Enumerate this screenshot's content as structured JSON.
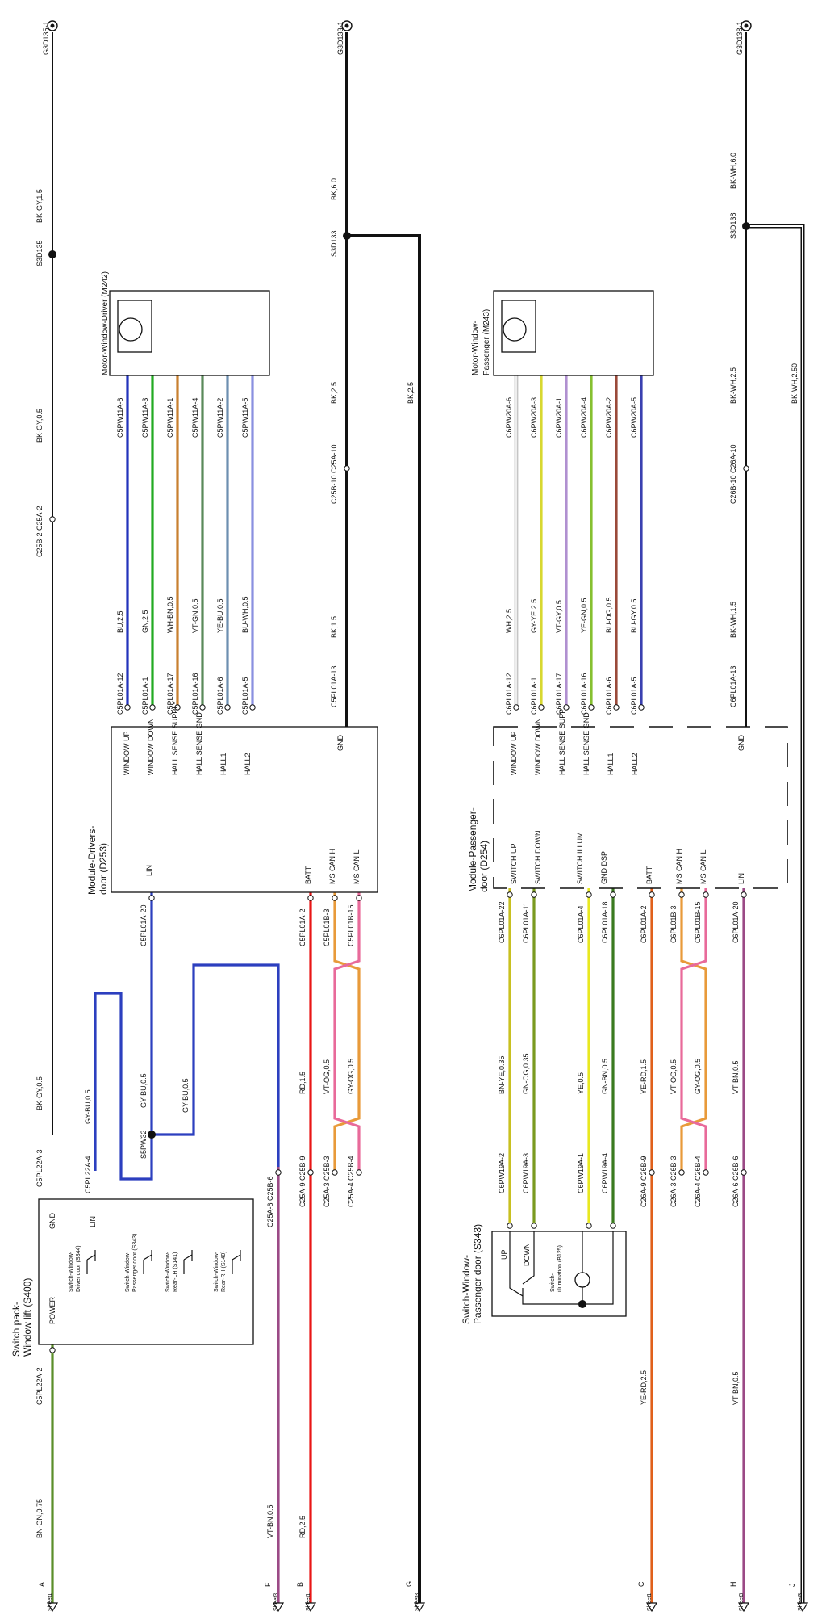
{
  "colors": {
    "BU": "#2233bb",
    "GN": "#22aa22",
    "WH-BN": "#c88030",
    "VT-GN": "#5a8a5a",
    "YE-BU": "#6d8fb0",
    "BU-WH": "#8a90e0",
    "BK": "#111111",
    "BN-GN": "#5b8e2a",
    "VT-BN": "#9b4a86",
    "RD": "#e81616",
    "VT-OG": "#e89a3a",
    "GY-OG": "#e86a9a",
    "GY-BU": "#2c3fbf",
    "WH": "#eeeeee",
    "GY-YE": "#d8d830",
    "VT-GY": "#b090d0",
    "YE-GN": "#86c030",
    "BU-OG": "#9a4a3a",
    "BU-GY": "#3a40b0",
    "BN-YE": "#c8c020",
    "GN-OG": "#7a9a20",
    "YE": "#e8e820",
    "GN-BN": "#3a7a20",
    "YE-RD": "#e0601a",
    "BK-GY": "#111111",
    "BK-WH": "#111111"
  },
  "ground_points": [
    {
      "id": "g1",
      "label": "G3D135-1"
    },
    {
      "id": "g2",
      "label": "G3D133-1"
    },
    {
      "id": "g3",
      "label": "G3D138-1"
    }
  ],
  "splices": [
    {
      "id": "s1",
      "label": "S3D135"
    },
    {
      "id": "s2",
      "label": "S3D133"
    },
    {
      "id": "s3",
      "label": "S3D138"
    },
    {
      "id": "s4",
      "label": "S5PW32"
    }
  ],
  "modules": {
    "driver_module": {
      "title1": "Module-Drivers-",
      "title2": "door (D253)",
      "pins": [
        "WINDOW UP",
        "WINDOW DOWN",
        "HALL SENSE SUPPLY",
        "HALL SENSE GND",
        "HALL1",
        "HALL2",
        "GND",
        "LIN",
        "BATT",
        "MS CAN H",
        "MS CAN L"
      ]
    },
    "pass_module": {
      "title1": "Module-Passenger-",
      "title2": "door (D254)",
      "pins": [
        "WINDOW UP",
        "WINDOW DOWN",
        "HALL SENSE SUPP",
        "HALL SENSE GND",
        "HALL1",
        "HALL2",
        "GND",
        "SWITCH UP",
        "SWITCH DOWN",
        "SWITCH ILLUM",
        "GND DSP",
        "BATT",
        "MS CAN H",
        "MS CAN L",
        "LIN"
      ]
    },
    "driver_motor": {
      "title": "Motor-Window-Driver (M242)"
    },
    "pass_motor": {
      "title1": "Motor-Window-",
      "title2": "Passenger (M243)"
    },
    "switch_pack": {
      "title1": "Switch pack-",
      "title2": "Window lift (S400)",
      "labels": [
        "POWER",
        "GND",
        "LIN"
      ],
      "switches": [
        {
          "l1": "Switch-Window-",
          "l2": "Driver door (S344)"
        },
        {
          "l1": "Switch-Window-",
          "l2": "Passenger door (S343)"
        },
        {
          "l1": "Switch-Window-",
          "l2": "Rear-LH (S141)"
        },
        {
          "l1": "Switch-Window-",
          "l2": "Rear-RH (S140)"
        }
      ]
    },
    "pass_switch": {
      "title1": "Switch-Window-",
      "title2": "Passenger door (S343)",
      "labels": [
        "UP",
        "DOWN",
        "Switch-",
        "illumination (B125)"
      ]
    }
  },
  "driver_motor_wires": [
    {
      "top": "C5PW11A-6",
      "conn": "C5PL01A-12",
      "code": "BU,2.5",
      "color": "BU"
    },
    {
      "top": "C5PW11A-3",
      "conn": "C5PL01A-1",
      "code": "GN,2.5",
      "color": "GN"
    },
    {
      "top": "C5PW11A-1",
      "conn": "C5PL01A-17",
      "code": "WH-BN,0.5",
      "color": "WH-BN"
    },
    {
      "top": "C5PW11A-4",
      "conn": "C5PL01A-16",
      "code": "VT-GN,0.5",
      "color": "VT-GN"
    },
    {
      "top": "C5PW11A-2",
      "conn": "C5PL01A-6",
      "code": "YE-BU,0.5",
      "color": "YE-BU"
    },
    {
      "top": "C5PW11A-5",
      "conn": "C5PL01A-5",
      "code": "BU-WH,0.5",
      "color": "BU-WH"
    }
  ],
  "pass_motor_wires": [
    {
      "top": "C6PW20A-6",
      "conn": "C6PL01A-12",
      "code": "WH,2.5",
      "color": "WH"
    },
    {
      "top": "C6PW20A-3",
      "conn": "C6PL01A-1",
      "code": "GY-YE,2.5",
      "color": "GY-YE"
    },
    {
      "top": "C6PW20A-1",
      "conn": "C6PL01A-17",
      "code": "VT-GY,0.5",
      "color": "VT-GY"
    },
    {
      "top": "C6PW20A-4",
      "conn": "C6PL01A-16",
      "code": "YE-GN,0.5",
      "color": "YE-GN"
    },
    {
      "top": "C6PW20A-2",
      "conn": "C6PL01A-6",
      "code": "BU-OG,0.5",
      "color": "BU-OG"
    },
    {
      "top": "C6PW20A-5",
      "conn": "C6PL01A-5",
      "code": "BU-GY,0.5",
      "color": "BU-GY"
    }
  ],
  "ground_wires": {
    "left": {
      "top_code": "BK-GY,1.5",
      "mid_code": "BK-GY,0.5",
      "conn": "C25B-2 C25A-2",
      "lower_code": "BK-GY,0.5",
      "lower_conn": "C5PL22A-3"
    },
    "middle": {
      "top_code": "BK,6.0",
      "mid_code": "BK,2.5",
      "conn": "C25B-10 C25A-10",
      "lower_code": "BK,1.5",
      "lower_conn": "C5PL01A-13",
      "branch_code": "BK,2.5"
    },
    "right": {
      "top_code": "BK-WH,6.0",
      "mid_code": "BK-WH,2.5",
      "conn": "C26B-10 C26A-10",
      "lower_code": "BK-WH,1.5",
      "lower_conn": "C6PL01A-13",
      "branch_code": "BK-WH,2.50"
    }
  },
  "driver_lower": [
    {
      "conn": "C5PL01A-20"
    },
    {
      "conn": "C5PL01A-2",
      "code": "RD,1.5",
      "bottom": "C25A-9 C25B-9"
    },
    {
      "conn": "C5PL01B-3",
      "code": "VT-OG,0.5",
      "bottom": "C25A-3 C25B-3"
    },
    {
      "conn": "C5PL01B-15",
      "code": "GY-OG,0.5",
      "bottom": "C25A-4 C25B-4"
    }
  ],
  "lin_driver": {
    "conn_switch": "C5PL22A-4",
    "code1": "GY-BU,0.5",
    "code2": "GY-BU,0.5",
    "code3": "GY-BU,0.5",
    "bottom": "C25A-6 C25B-6"
  },
  "pass_lower": [
    {
      "conn": "C6PL01A-22",
      "code": "BN-YE,0.35",
      "sw": "C6PW19A-2"
    },
    {
      "conn": "C6PL01A-11",
      "code": "GN-OG,0.35",
      "sw": "C6PW19A-3"
    },
    {
      "conn": "C6PL01A-4",
      "code": "YE,0.5",
      "sw": "C6PW19A-1"
    },
    {
      "conn": "C6PL01A-18",
      "code": "GN-BN,0.5",
      "sw": "C6PW19A-4"
    },
    {
      "conn": "C6PL01A-2",
      "code": "YE-RD,1.5",
      "bottom": "C26A-9 C26B-9"
    },
    {
      "conn": "C6PL01B-3",
      "code": "VT-OG,0.5",
      "bottom": "C26A-3 C26B-3"
    },
    {
      "conn": "C6PL01B-15",
      "code": "GY-OG,0.5",
      "bottom": "C26A-4 C26B-4"
    },
    {
      "conn": "C6PL01A-20",
      "code": "VT-BN,0.5",
      "bottom": "C26A-6 C26B-6"
    }
  ],
  "switch_power": {
    "conn": "C5PL22A-2"
  },
  "bottom_codes": {
    "A": "BN-GN,0.75",
    "F": "VT-BN,0.5",
    "B": "RD,2.5",
    "C": "YE-RD,2.5",
    "H": "VT-BN,0.5",
    "J": "BK-WH,2.50",
    "G": "BK,2.5"
  },
  "offpage": [
    {
      "id": "A",
      "letter": "A",
      "sheet": "Sheet1"
    },
    {
      "id": "F",
      "letter": "F",
      "sheet": "Sheet3"
    },
    {
      "id": "B",
      "letter": "B",
      "sheet": "Sheet1"
    },
    {
      "id": "G",
      "letter": "G",
      "sheet": "Sheet3"
    },
    {
      "id": "C",
      "letter": "C",
      "sheet": "Sheet1"
    },
    {
      "id": "H",
      "letter": "H",
      "sheet": "Sheet3"
    },
    {
      "id": "J",
      "letter": "J",
      "sheet": "Sheet3"
    }
  ]
}
